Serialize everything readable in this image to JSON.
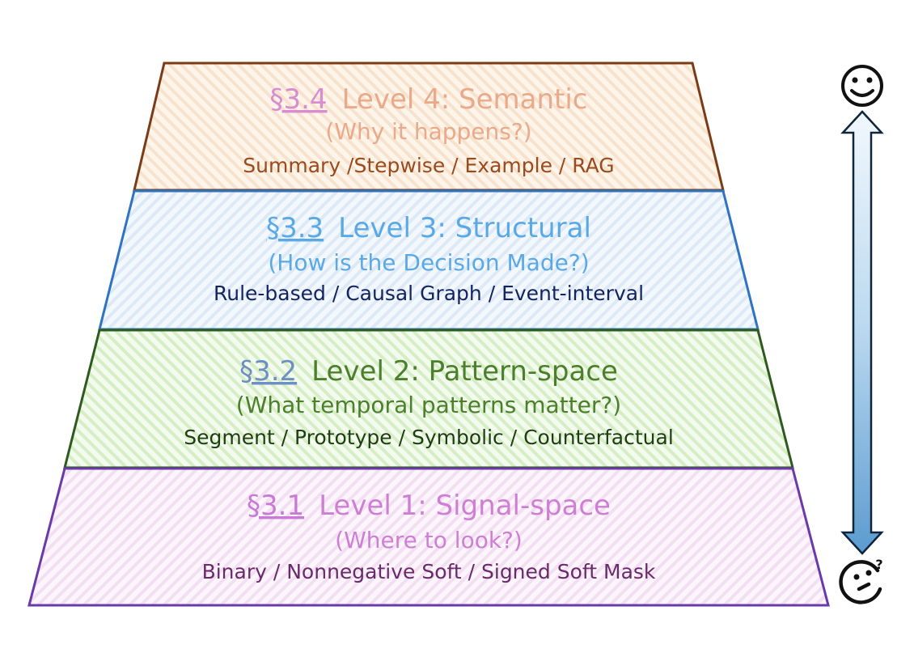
{
  "pyramid": {
    "levels": [
      {
        "section": "§3.4",
        "title": "Level 4: Semantic",
        "question": "(Why it happens?)",
        "methods": "Summary /Stepwise / Example / RAG",
        "colors": {
          "border": "#7b3b17",
          "section": "#d98ccf",
          "title": "#e9a98a",
          "methods": "#9a4a1c",
          "fill": "#fdf1e4",
          "hatch": "#f6e0c8"
        }
      },
      {
        "section": "§3.3",
        "title": "Level 3:  Structural",
        "question": "(How is the Decision Made?)",
        "methods": "Rule-based / Causal Graph / Event-interval",
        "colors": {
          "border": "#2f74c0",
          "section": "#5aa9e6",
          "title": "#5aa9e6",
          "methods": "#13235e",
          "fill": "#eef5fc",
          "hatch": "#dce9f7"
        }
      },
      {
        "section": "§3.2",
        "title": "Level 2:  Pattern-space",
        "question": "(What temporal patterns matter?)",
        "methods": "Segment / Prototype / Symbolic / Counterfactual",
        "colors": {
          "border": "#2f5a1e",
          "section": "#6d8fc4",
          "title": "#4b7f2c",
          "methods": "#1f3d12",
          "fill": "#eef8e6",
          "hatch": "#d3ecc2"
        }
      },
      {
        "section": "§3.1",
        "title": "Level 1: Signal-space",
        "question": "(Where to look?)",
        "methods": "Binary / Nonnegative Soft / Signed Soft Mask",
        "colors": {
          "border": "#6a3aa8",
          "section": "#c77ad6",
          "title": "#cf7fd3",
          "methods": "#6a2a6a",
          "fill": "#fbf2fb",
          "hatch": "#f1dcf1"
        }
      }
    ]
  },
  "side_axis": {
    "top_icon": "happy-face",
    "bottom_icon": "confused-face",
    "arrow": "bidirectional-vertical",
    "arrow_colors": {
      "top": "#eef5fc",
      "bottom": "#5b9bd0",
      "outline": "#10243a"
    }
  }
}
